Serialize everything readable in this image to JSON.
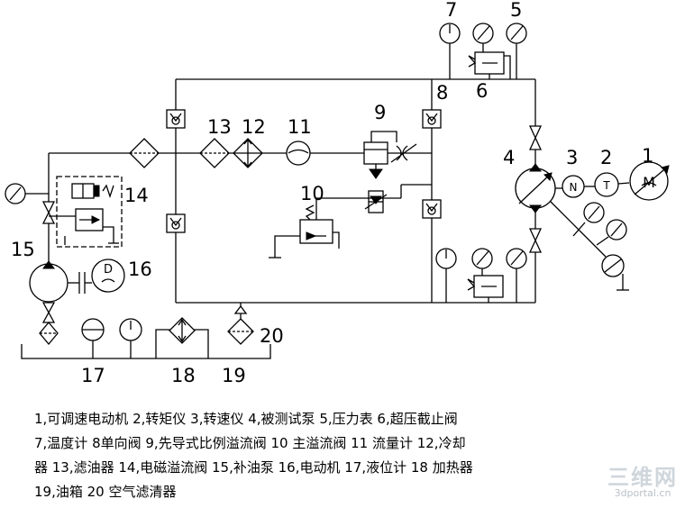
{
  "labels": {
    "n1": "1",
    "n2": "2",
    "n3": "3",
    "n4": "4",
    "n5": "5",
    "n6": "6",
    "n7": "7",
    "n8": "8",
    "n9": "9",
    "n10": "10",
    "n11": "11",
    "n12": "12",
    "n13": "13",
    "n14": "14",
    "n15": "15",
    "n16": "16",
    "n17": "17",
    "n18": "18",
    "n19": "19",
    "n20": "20"
  },
  "symbols": {
    "tachometer": "N",
    "torque_meter": "T",
    "motor": "M",
    "electric_motor": "D"
  },
  "legend": {
    "line1": "1,可调速电动机 2,转矩仪 3,转速仪 4,被测试泵 5,压力表 6,超压截止阀",
    "line2": "7,温度计 8单向阀 9,先导式比例溢流阀  10 主溢流阀 11  流量计 12,冷却",
    "line3": "器 13,滤油器 14,电磁溢流阀 15,补油泵 16,电动机 17,液位计 18  加热器",
    "line4": "19,油箱 20  空气滤清器"
  },
  "watermark": {
    "brand": "三维网",
    "site": "3dportal.cn"
  }
}
